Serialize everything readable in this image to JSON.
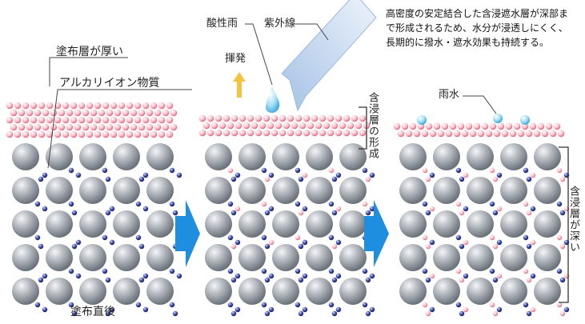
{
  "panels": [
    {
      "caption": "塗布直後",
      "labels": {
        "thick_layer": "塗布層が厚い",
        "alkali_ion": "アルカリイオン物質"
      }
    },
    {
      "labels": {
        "acid_rain": "酸性雨",
        "uv": "紫外線",
        "evaporation": "揮発",
        "formation": "含浸層の形成"
      }
    },
    {
      "labels": {
        "rain_water": "雨水",
        "deep_layer": "含浸層が深い"
      },
      "description": "高密度の安定結合した含浸遮水層が深部まで形成されるため、水分が浸透しにくく、長期的に撥水・遮水効果も持続する。"
    }
  ],
  "colors": {
    "particle": "#a9aeb4",
    "alkali_ion": "#2b3a8f",
    "coating": "#f2a7b5",
    "accent_arrow": "#1e8fe0",
    "uv_arrow": "#b7cbe6",
    "evaporation_arrow": "#f5c342",
    "droplet": "#8fd3f2"
  }
}
